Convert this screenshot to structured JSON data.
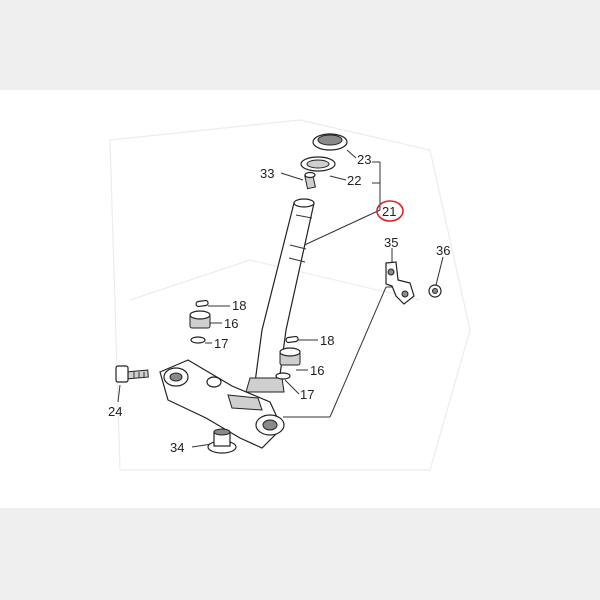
{
  "highlight": {
    "color": "#d8262b"
  },
  "labels": [
    {
      "id": "p23a",
      "text": "23"
    },
    {
      "id": "p22",
      "text": "22"
    },
    {
      "id": "p33",
      "text": "33"
    },
    {
      "id": "p21",
      "text": "21"
    },
    {
      "id": "p35",
      "text": "35"
    },
    {
      "id": "p36",
      "text": "36"
    },
    {
      "id": "p18a",
      "text": "18"
    },
    {
      "id": "p16a",
      "text": "16"
    },
    {
      "id": "p17a",
      "text": "17"
    },
    {
      "id": "p18b",
      "text": "18"
    },
    {
      "id": "p16b",
      "text": "16"
    },
    {
      "id": "p17b",
      "text": "17"
    },
    {
      "id": "p24",
      "text": "24"
    },
    {
      "id": "p34",
      "text": "34"
    }
  ]
}
